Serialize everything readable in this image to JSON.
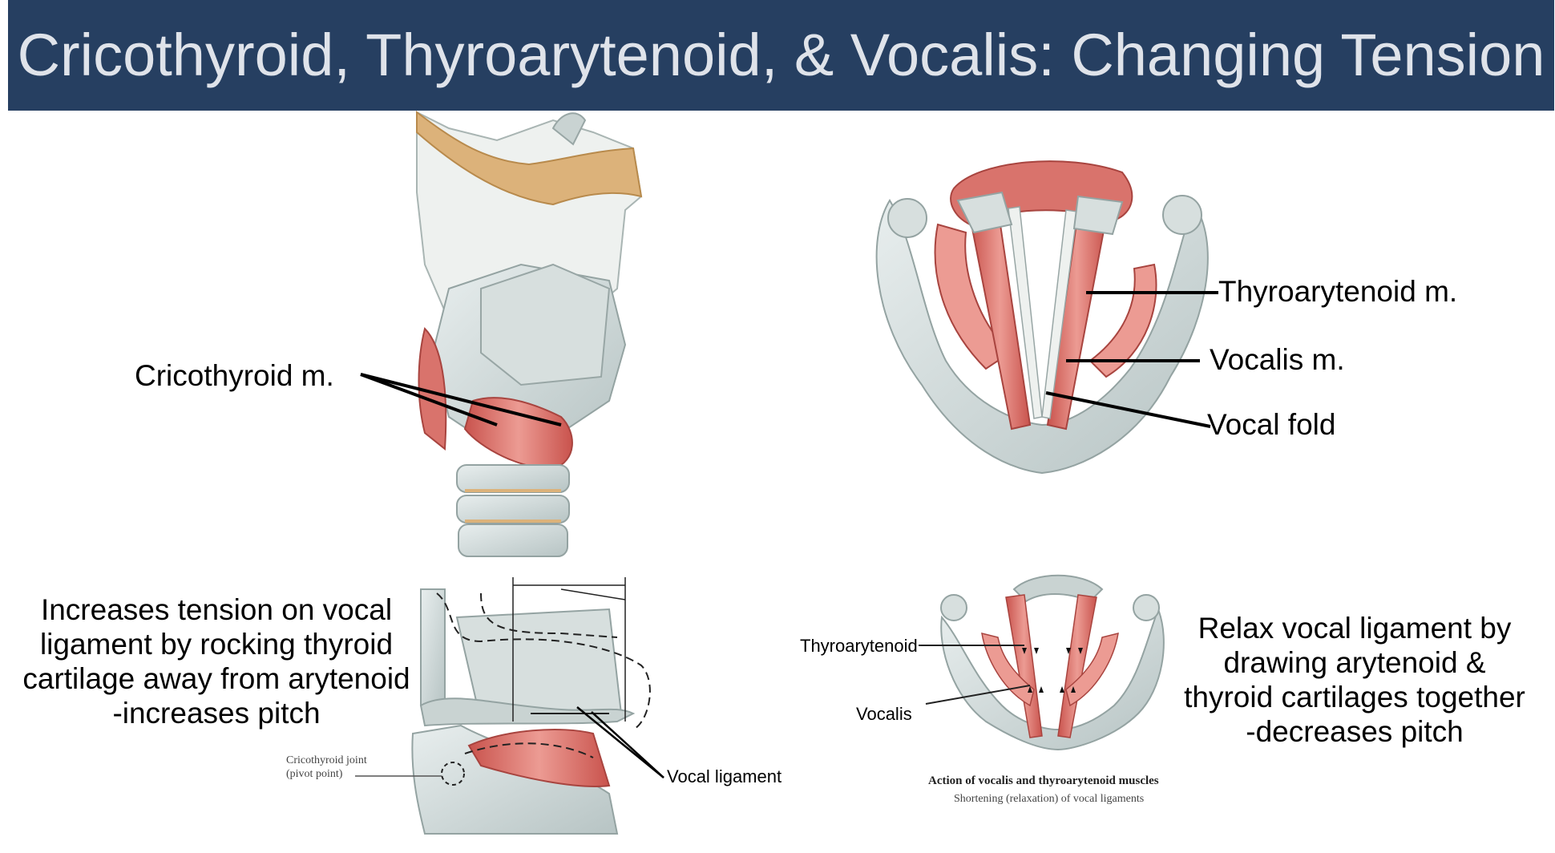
{
  "slide": {
    "title": "Cricothyroid, Thyroarytenoid, & Vocalis: Changing Tension"
  },
  "colors": {
    "title_bar": "#263f61",
    "title_text": "#dfe3ea",
    "muscle": "#d9736c",
    "cartilage": "#c9d3d2",
    "hyoid_bone": "#d8b27a"
  },
  "labels": {
    "cricothyroid": "Cricothyroid m.",
    "thyroarytenoid_m": "Thyroarytenoid m.",
    "vocalis_m": "Vocalis m.",
    "vocal_fold": "Vocal fold",
    "vocal_ligament": "Vocal ligament",
    "thyroarytenoid_small": "Thyroarytenoid",
    "vocalis_small": "Vocalis",
    "cricothyroid_joint_1": "Cricothyroid joint",
    "cricothyroid_joint_2": "(pivot point)"
  },
  "captions": {
    "left": [
      "Increases tension on vocal",
      "ligament by rocking thyroid",
      "cartilage away from arytenoid",
      "-increases pitch"
    ],
    "right": [
      "Relax vocal ligament by",
      "drawing arytenoid &",
      "thyroid cartilages together",
      "-decreases pitch"
    ]
  },
  "figure_caption": {
    "line1": "Action of vocalis and thyroarytenoid muscles",
    "line2": "Shortening (relaxation) of vocal ligaments"
  }
}
